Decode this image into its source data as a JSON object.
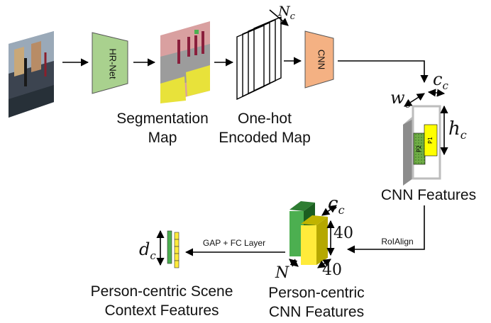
{
  "blocks": {
    "hrnet": "HR-Net",
    "cnn": "CNN"
  },
  "labels": {
    "seg_line1": "Segmentation",
    "seg_line2": "Map",
    "onehot_line1": "One-hot",
    "onehot_line2": "Encoded Map",
    "cnn_features": "CNN Features",
    "pc_cnn_line1": "Person-centric",
    "pc_cnn_line2": "CNN Features",
    "pc_scene_line1": "Person-centric Scene",
    "pc_scene_line2": "Context Features"
  },
  "edges": {
    "roialign": "RoIAlign",
    "gap_fc": "GAP + FC Layer"
  },
  "dims": {
    "nc": "N",
    "nc_sub": "c",
    "wc": "w",
    "wc_sub": "c",
    "cc": "c",
    "cc_sub": "c",
    "hc": "h",
    "hc_sub": "c",
    "cc2": "c",
    "cc2_sub": "c",
    "d40a": "40",
    "d40b": "40",
    "n": "N",
    "dc": "d",
    "dc_sub": "c"
  },
  "roi": {
    "p1": "P1",
    "p2": "P2"
  },
  "colors": {
    "hrnet": "#a9d18e",
    "cnn": "#f4b183",
    "roi_green": "#70ad47",
    "roi_yellow": "#ffff00",
    "feat_green": "#4caf50",
    "feat_yellow": "#ffeb3b"
  }
}
